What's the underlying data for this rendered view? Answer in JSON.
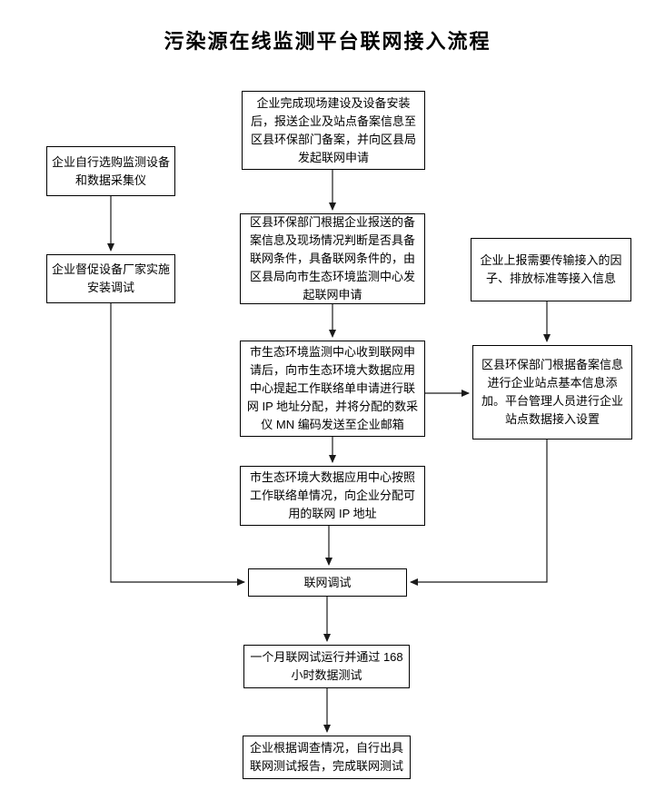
{
  "title": "污染源在线监测平台联网接入流程",
  "nodes": {
    "purchase": {
      "label": "企业自行选购监测设备和数据采集仪"
    },
    "install": {
      "label": "企业督促设备厂家实施安装调试"
    },
    "report": {
      "label": "企业完成现场建设及设备安装后，报送企业及站点备案信息至区县环保部门备案，并向区县局发起联网申请"
    },
    "judge": {
      "label": "区县环保部门根据企业报送的备案信息及现场情况判断是否具备联网条件，具备联网条件的，由区县局向市生态环境监测中心发起联网申请"
    },
    "monitor_center": {
      "label": "市生态环境监测中心收到联网申请后，向市生态环境大数据应用中心提起工作联络单申请进行联网 IP 地址分配，并将分配的数采仪 MN 编码发送至企业邮箱"
    },
    "factors": {
      "label": "企业上报需要传输接入的因子、排放标准等接入信息"
    },
    "station_setup": {
      "label": "区县环保部门根据备案信息进行企业站点基本信息添加。平台管理人员进行企业站点数据接入设置"
    },
    "bigdata": {
      "label": "市生态环境大数据应用中心按照工作联络单情况，向企业分配可用的联网 IP 地址"
    },
    "debug": {
      "label": "联网调试"
    },
    "trial": {
      "label": "一个月联网试运行并通过 168 小时数据测试"
    },
    "finish": {
      "label": "企业根据调查情况，自行出具联网测试报告，完成联网测试"
    }
  },
  "colors": {
    "background": "#ffffff",
    "border": "#000000",
    "text": "#000000",
    "connector": "#1a1a1a"
  }
}
